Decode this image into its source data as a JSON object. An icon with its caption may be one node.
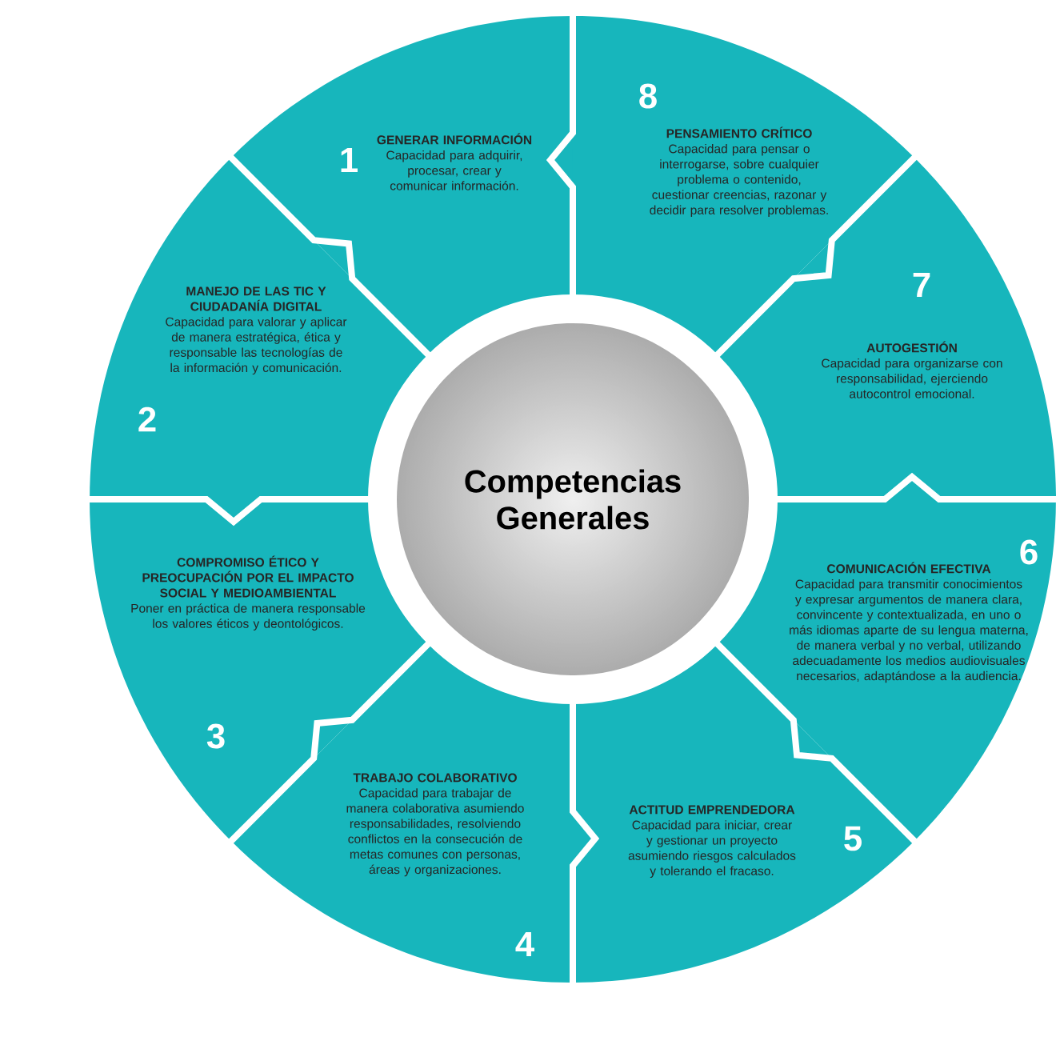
{
  "diagram": {
    "nodes": [
      {
        "text": [
          "Competencias Generales"
        ]
      },
      {
        "text": [
          "1",
          "GENERAR INFORMACIÓN",
          "Capacidad para adquirir, procesar, crear y comunicar información."
        ]
      },
      {
        "text": [
          "MANEJO DE LAS TIC Y CIUDADANÍA DIGITAL",
          "Capacidad para valorar y aplicar de manera estratégica, ética y responsable las tecnologías de la información y comunicación.",
          "2"
        ]
      },
      {
        "text": [
          "COMPROMISO ÉTICO Y PREOCUPACIÓN POR EL IMPACTO SOCIAL Y MEDIOAMBIENTAL",
          "Poner en práctica de manera responsable los valores éticos y deontológicos.",
          "3"
        ]
      },
      {
        "text": [
          "TRABAJO COLABORATIVO",
          "Capacidad para trabajar de manera colaborativa asumiendo responsabilidades, resolviendo conflictos en la consecución de metas comunes con personas, áreas y organizaciones.",
          "4"
        ]
      },
      {
        "text": [
          "ACTITUD EMPRENDEDORA",
          "Capacidad para iniciar, crear y gestionar un proyecto asumiendo riesgos calculados y tolerando el fracaso.",
          "5"
        ]
      },
      {
        "text": [
          "6",
          "COMUNICACIÓN EFECTIVA",
          "Capacidad para transmitir conocimientos y expresar argumentos de manera clara, convincente y contextualizada, en uno o más idiomas aparte de su lengua materna, de manera verbal y no verbal, utilizando adecuadamente los medios audiovisuales necesarios, adaptándose a la audiencia."
        ]
      },
      {
        "text": [
          "7",
          "AUTOGESTIÓN",
          "Capacidad para organizarse con responsabilidad, ejerciendo autocontrol emocional."
        ]
      },
      {
        "text": [
          "8",
          "PENSAMIENTO CRÍTICO",
          "Capacidad para pensar o interrogarse, sobre cualquier problema o contenido, cuestionar creencias, razonar y decidir para resolver problemas."
        ]
      }
    ]
  }
}
